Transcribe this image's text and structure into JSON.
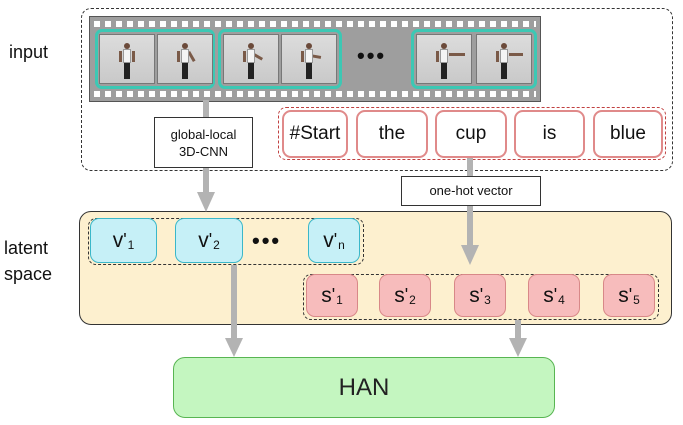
{
  "labels": {
    "input": "input",
    "latent_line1": "latent",
    "latent_line2": "space"
  },
  "input": {
    "ellipsis": "•••",
    "words": [
      "#Start",
      "the",
      "cup",
      "is",
      "blue"
    ]
  },
  "captions": {
    "cnn_line1": "global-local",
    "cnn_line2": "3D-CNN",
    "onehot": "one-hot vector"
  },
  "latent": {
    "v_boxes": [
      {
        "letter": "v",
        "sub": "1"
      },
      {
        "letter": "v",
        "sub": "2"
      },
      {
        "letter": "v",
        "sub": "n"
      }
    ],
    "ellipsis": "•••",
    "s_boxes": [
      {
        "letter": "s",
        "sub": "1"
      },
      {
        "letter": "s",
        "sub": "2"
      },
      {
        "letter": "s",
        "sub": "3"
      },
      {
        "letter": "s",
        "sub": "4"
      },
      {
        "letter": "s",
        "sub": "5"
      }
    ]
  },
  "output": {
    "han": "HAN"
  },
  "colors": {
    "teal_group": "#3cc8b4",
    "word_border": "#e08a8a",
    "latent_bg": "#fdf0cf",
    "v_fill": "#c6f0f7",
    "s_fill": "#f7bcbc",
    "han_fill": "#c4f6c0",
    "arrow": "#b3b3b3"
  },
  "icons": {
    "frame": "video-frame-person-icon"
  }
}
